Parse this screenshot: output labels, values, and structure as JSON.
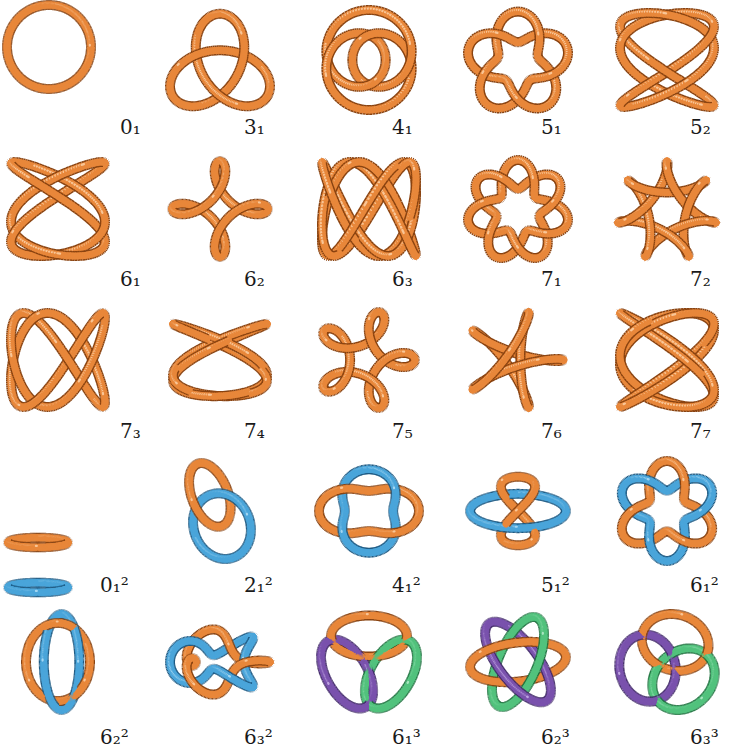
{
  "diagram": {
    "labels": [
      "0₁",
      "3₁",
      "4₁",
      "5₁",
      "5₂",
      "6₁",
      "6₂",
      "6₃",
      "7₁",
      "7₂",
      "7₃",
      "7₄",
      "7₅",
      "7₆",
      "7₇",
      "0₁²",
      "2₁²",
      "4₁²",
      "5₁²",
      "6₁²",
      "6₂²",
      "6₃²",
      "6₁³",
      "6₂³",
      "6₃³"
    ]
  }
}
